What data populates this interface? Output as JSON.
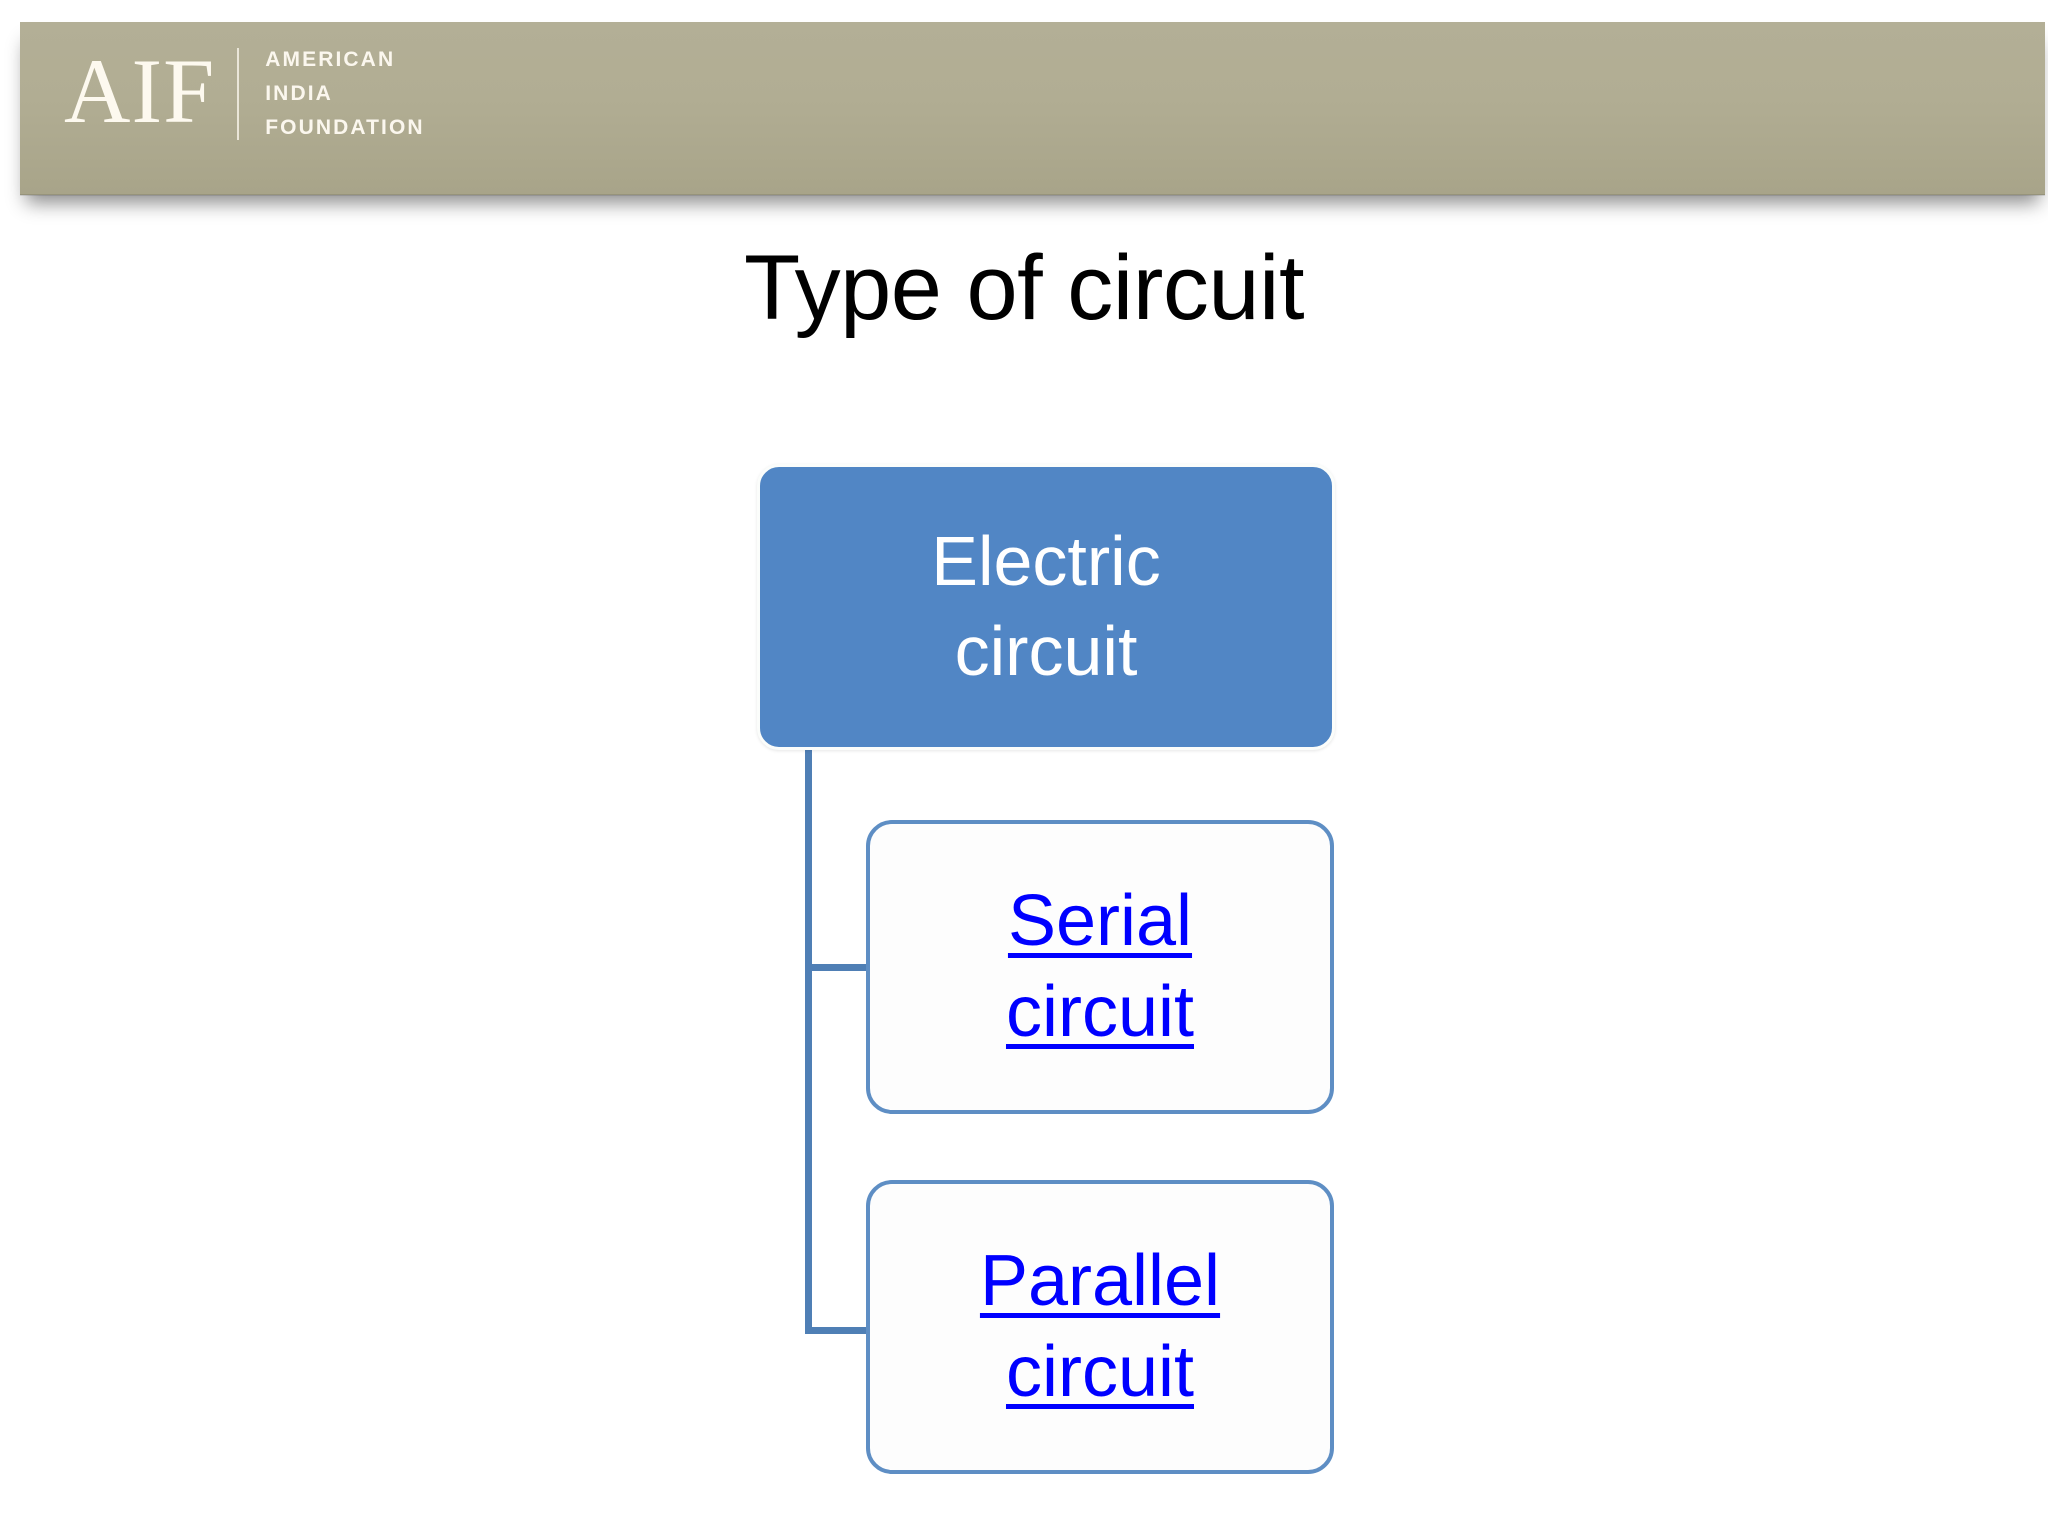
{
  "slide": {
    "title": "Type of circuit",
    "background_color": "#ffffff"
  },
  "header": {
    "band_color": "#b0ac91",
    "logo": {
      "mark": "AIF",
      "line1": "AMERICAN",
      "line2": "INDIA",
      "line3": "FOUNDATION",
      "text_color": "#fbf7ee"
    }
  },
  "diagram": {
    "type": "hierarchy",
    "root": {
      "label_line1": "Electric",
      "label_line2": "circuit",
      "fill_color": "#5186c5",
      "text_color": "#ffffff"
    },
    "children": [
      {
        "label_line1": "Serial",
        "label_line2": "circuit",
        "is_link": true,
        "link_color": "#0000ff",
        "border_color": "#5e8ec4",
        "fill_color": "#fdfdfd"
      },
      {
        "label_line1": "Parallel",
        "label_line2": "circuit",
        "is_link": true,
        "link_color": "#0000ff",
        "border_color": "#5e8ec4",
        "fill_color": "#fdfdfd"
      }
    ],
    "connector_color": "#4f7fb5"
  }
}
